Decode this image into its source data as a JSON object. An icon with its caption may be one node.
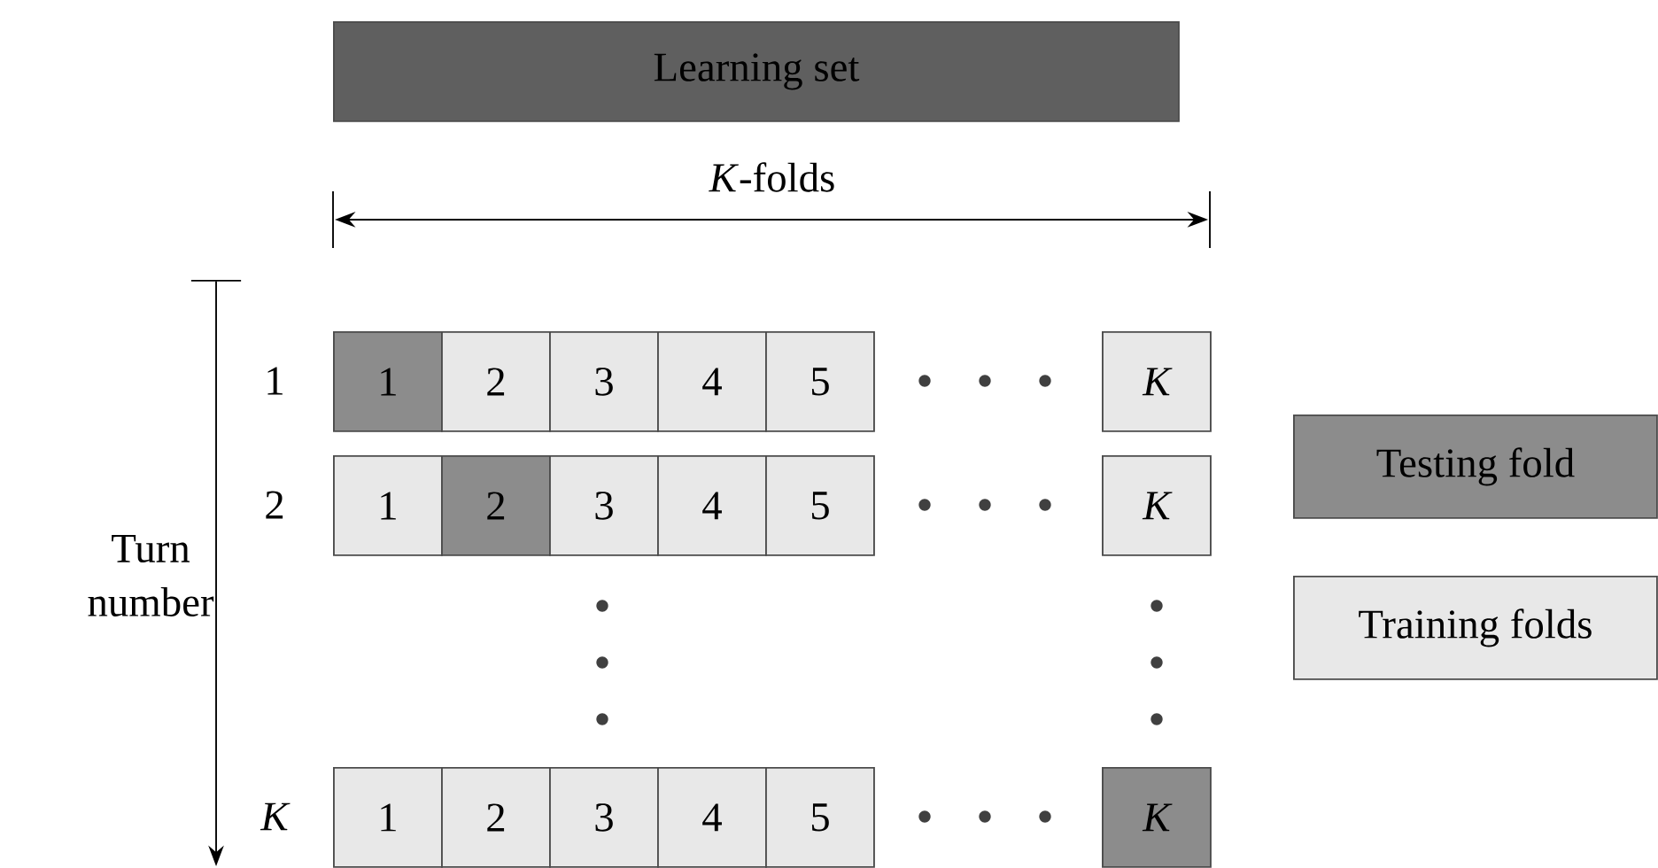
{
  "diagram": {
    "nodes": [
      {
        "text": [
          "Learning set"
        ]
      },
      {
        "text": [
          "1"
        ]
      },
      {
        "text": [
          "2"
        ]
      },
      {
        "text": [
          "3"
        ]
      },
      {
        "text": [
          "4"
        ]
      },
      {
        "text": [
          "5"
        ]
      },
      {
        "text": [
          "K"
        ]
      },
      {
        "text": [
          "1"
        ]
      },
      {
        "text": [
          "2"
        ]
      },
      {
        "text": [
          "3"
        ]
      },
      {
        "text": [
          "4"
        ]
      },
      {
        "text": [
          "5"
        ]
      },
      {
        "text": [
          "K"
        ]
      },
      {
        "text": [
          "1"
        ]
      },
      {
        "text": [
          "2"
        ]
      },
      {
        "text": [
          "3"
        ]
      },
      {
        "text": [
          "4"
        ]
      },
      {
        "text": [
          "5"
        ]
      },
      {
        "text": [
          "K"
        ]
      }
    ],
    "labels": [
      "*K*-folds",
      "1",
      "2",
      "K",
      "Turn number"
    ],
    "legend": [
      {
        "text": "Testing fold",
        "color": "#8c8c8c"
      },
      {
        "text": "Training folds",
        "color": "#e8e8e8"
      }
    ]
  }
}
